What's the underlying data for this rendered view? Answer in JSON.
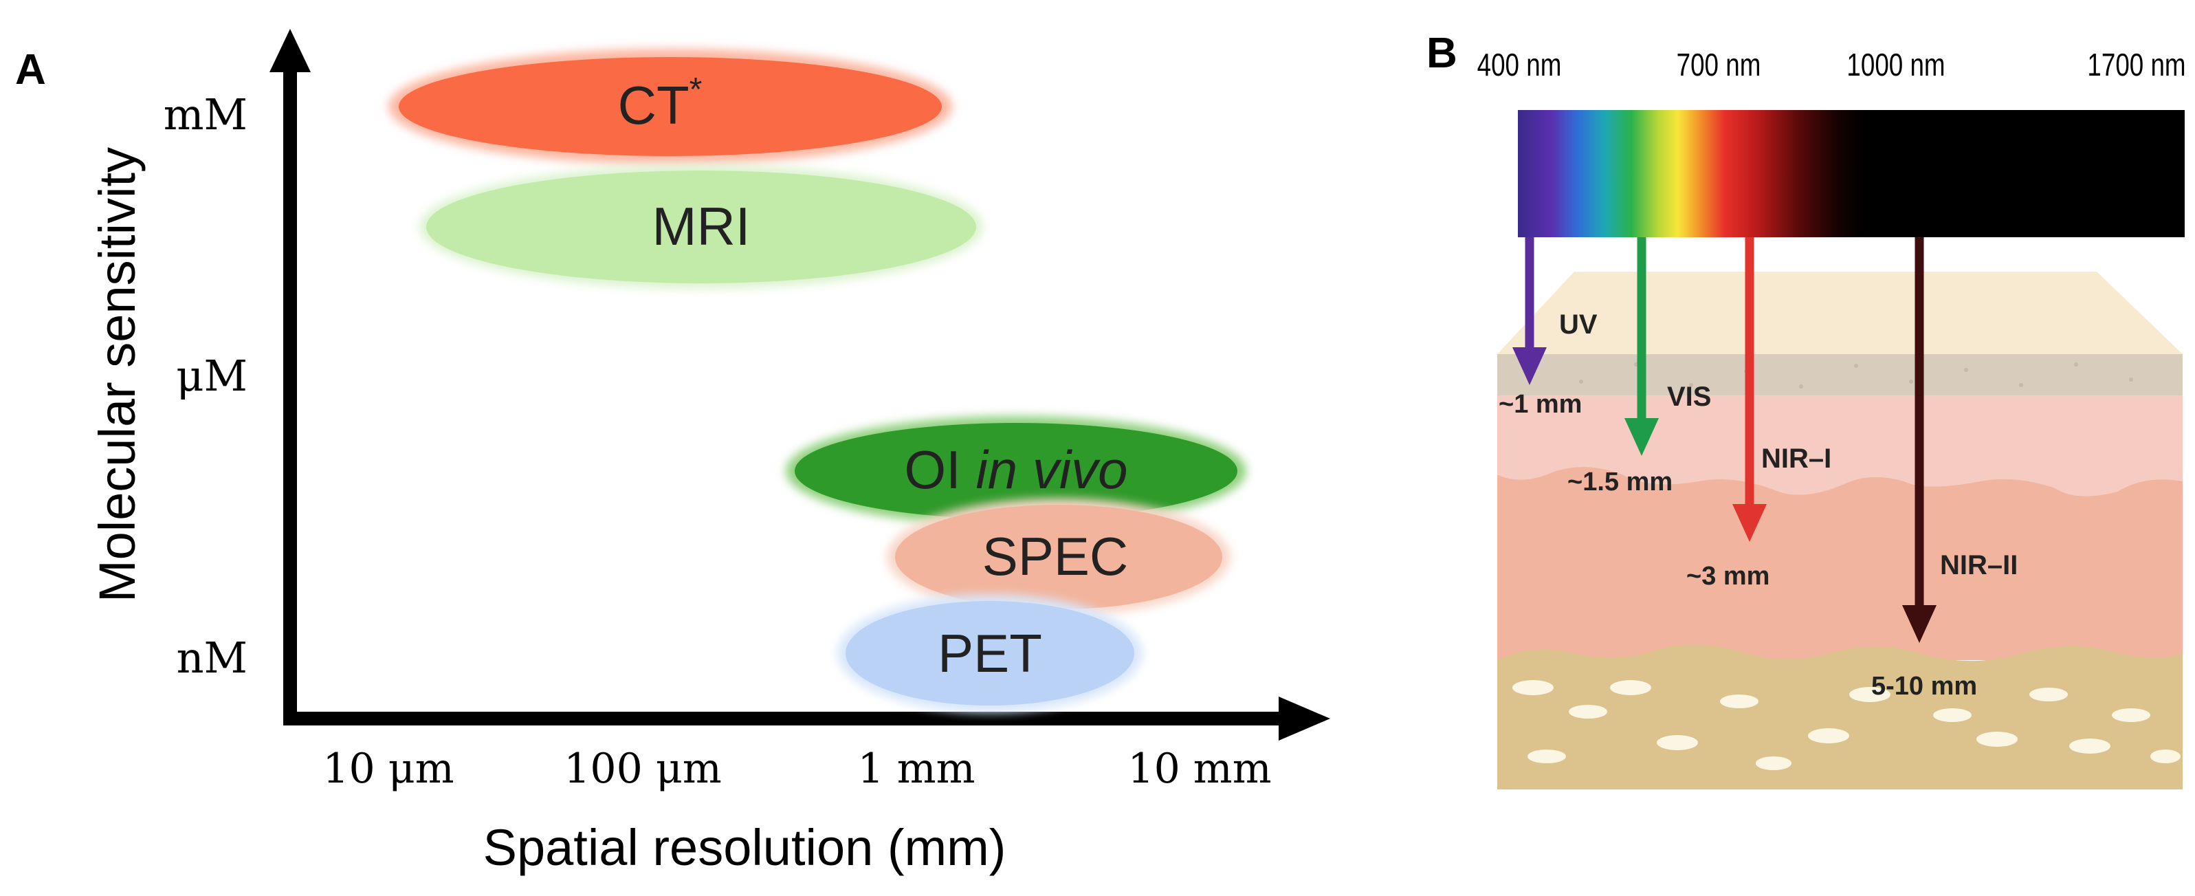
{
  "panel_a": {
    "label": "A",
    "ylabel": "Molecular sensitivity",
    "xlabel": "Spatial resolution (mm)",
    "yticks": [
      "mM",
      "μM",
      "nM"
    ],
    "xticks": [
      "10 μm",
      "100 μm",
      "1 mm",
      "10 mm"
    ],
    "modalities": [
      {
        "name": "CT",
        "superscript": "*",
        "color": "#f96a45"
      },
      {
        "name": "MRI",
        "color": "#c2ebaa"
      },
      {
        "name": "OI",
        "italic_suffix": "in vivo",
        "color": "#2e9a2a"
      },
      {
        "name": "SPEC",
        "color": "#f2b49c"
      },
      {
        "name": "PET",
        "color": "#b9d2f5"
      }
    ]
  },
  "panel_b": {
    "label": "B",
    "wavelengths": [
      "400 nm",
      "700 nm",
      "1000 nm",
      "1700 nm"
    ],
    "bands": [
      {
        "name": "UV",
        "depth": "~1 mm",
        "color": "#5a2c9c"
      },
      {
        "name": "VIS",
        "depth": "~1.5 mm",
        "color": "#1e9c4a"
      },
      {
        "name": "NIR–I",
        "depth": "~3 mm",
        "color": "#e2342e"
      },
      {
        "name": "NIR–II",
        "depth": "5-10 mm",
        "color": "#3e0d0d"
      }
    ]
  }
}
